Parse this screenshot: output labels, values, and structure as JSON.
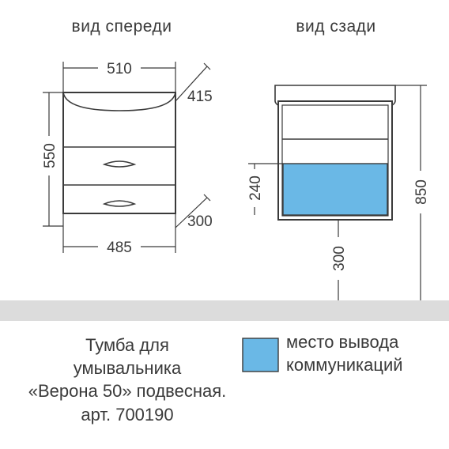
{
  "views": {
    "front_title": "вид спереди",
    "back_title": "вид сзади"
  },
  "dimensions": {
    "front_width_top": "510",
    "front_depth_top": "415",
    "front_height": "550",
    "front_depth_bottom": "300",
    "front_width_bottom": "485",
    "back_comm_height": "240",
    "back_bottom_to_floor": "300",
    "back_total_height": "850"
  },
  "caption": {
    "line1": "Тумба для",
    "line2": "умывальника",
    "line3": "«Верона 50» подвесная.",
    "line4": "арт. 700190"
  },
  "legend": {
    "line1": "место вывода",
    "line2": "коммуникаций"
  },
  "colors": {
    "communications_fill": "#6ab8e6",
    "floor": "#dcdcdc",
    "lines": "#3a3a3a"
  }
}
